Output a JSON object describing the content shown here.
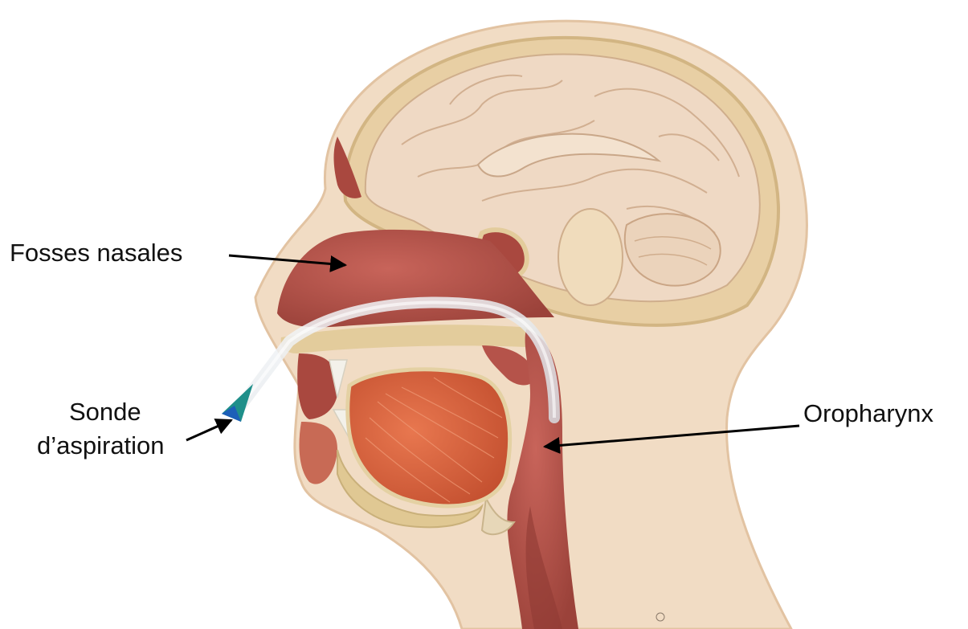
{
  "labels": {
    "nasal": "Fosses nasales",
    "probe_line1": "Sonde",
    "probe_line2": "d’aspiration",
    "oro": "Oropharynx"
  },
  "colors": {
    "skin": "#f1dcc4",
    "skin_edge": "#e2c3a2",
    "brain": "#efd9c4",
    "bone": "#e3cc9c",
    "mucosa": "#b5534a",
    "mucosa_dark": "#8f3a33",
    "muscle": "#d9613c",
    "tube": "#e9ecef",
    "probe_tip_teal": "#1f8f8a",
    "probe_tip_blue": "#1c5fb8",
    "arrow": "#000000"
  }
}
